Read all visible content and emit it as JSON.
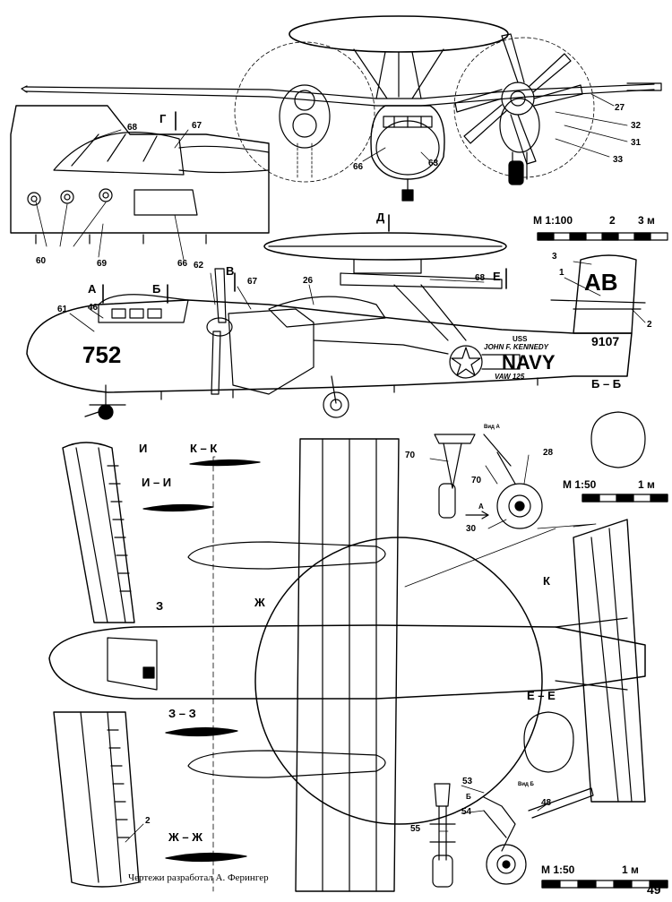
{
  "sheet": {
    "credit": "Чертежи разработал А. Ферингер",
    "page_number": "49"
  },
  "aircraft_markings": {
    "tail_code": "AB",
    "tail_number": "9107",
    "modex": "752",
    "ship_line1": "USS",
    "ship_line2": "JOHN F. KENNEDY",
    "service": "NAVY",
    "squadron": "VAW 125"
  },
  "scales": {
    "scale_100": {
      "label": "М 1:100",
      "mark_mid": "2",
      "mark_end": "3 м"
    },
    "scale_50_top": {
      "label": "М 1:50",
      "mark_end": "1 м"
    },
    "scale_50_bottom": {
      "label": "М 1:50",
      "mark_end": "1 м"
    }
  },
  "section_labels": {
    "g": "Г",
    "d": "Д",
    "a": "А",
    "b": "Б",
    "v": "В",
    "e": "Е",
    "bb": "Б – Б",
    "i": "И",
    "ii": "И – И",
    "kk": "К – К",
    "k": "К",
    "z": "З",
    "zh": "Ж",
    "ee": "Е – Е",
    "zz": "З – З",
    "zhzh": "Ж – Ж",
    "view_a": "Вид А",
    "view_b": "Вид Б",
    "arrow_a": "А",
    "arrow_b": "Б"
  },
  "callouts": {
    "c68a": "68",
    "c67a": "67",
    "c66a": "66",
    "c63": "63",
    "c27": "27",
    "c32": "32",
    "c31": "31",
    "c33": "33",
    "c60": "60",
    "c69": "69",
    "c66b": "66",
    "c62": "62",
    "c67b": "67",
    "c26": "26",
    "c68b": "68",
    "c61": "61",
    "c46": "46",
    "c3": "3",
    "c1": "1",
    "c2a": "2",
    "c70a": "70",
    "c70b": "70",
    "c28": "28",
    "c30": "30",
    "c53": "53",
    "c54": "54",
    "c55": "55",
    "c48": "48",
    "c2b": "2"
  }
}
